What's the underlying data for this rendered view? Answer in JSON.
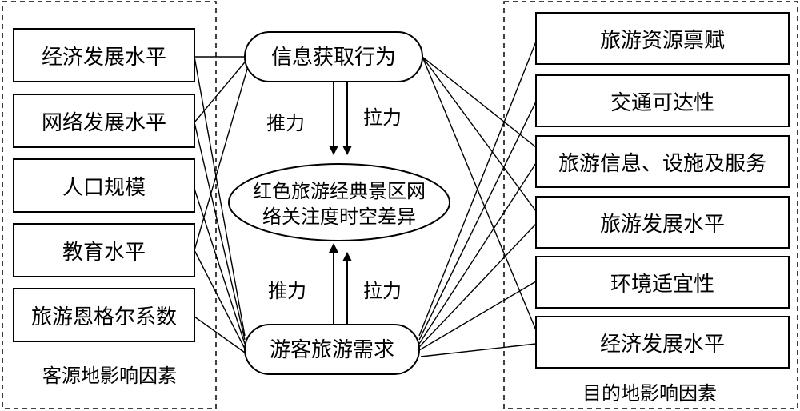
{
  "origin_group": {
    "caption": "客源地影响因素",
    "factors": [
      "经济发展水平",
      "网络发展水平",
      "人口规模",
      "教育水平",
      "旅游恩格尔系数"
    ]
  },
  "destination_group": {
    "caption": "目的地影响因素",
    "factors": [
      "旅游资源禀赋",
      "交通可达性",
      "旅游信息、设施及服务",
      "旅游发展水平",
      "环境适宜性",
      "经济发展水平"
    ]
  },
  "top_node": "信息获取行为",
  "bottom_node": "游客旅游需求",
  "center_node": {
    "line1": "红色旅游经典景区网",
    "line2": "络关注度时空差异"
  },
  "arrow_labels": {
    "upper_push": "推力",
    "upper_pull": "拉力",
    "lower_push": "推力",
    "lower_pull": "拉力"
  }
}
